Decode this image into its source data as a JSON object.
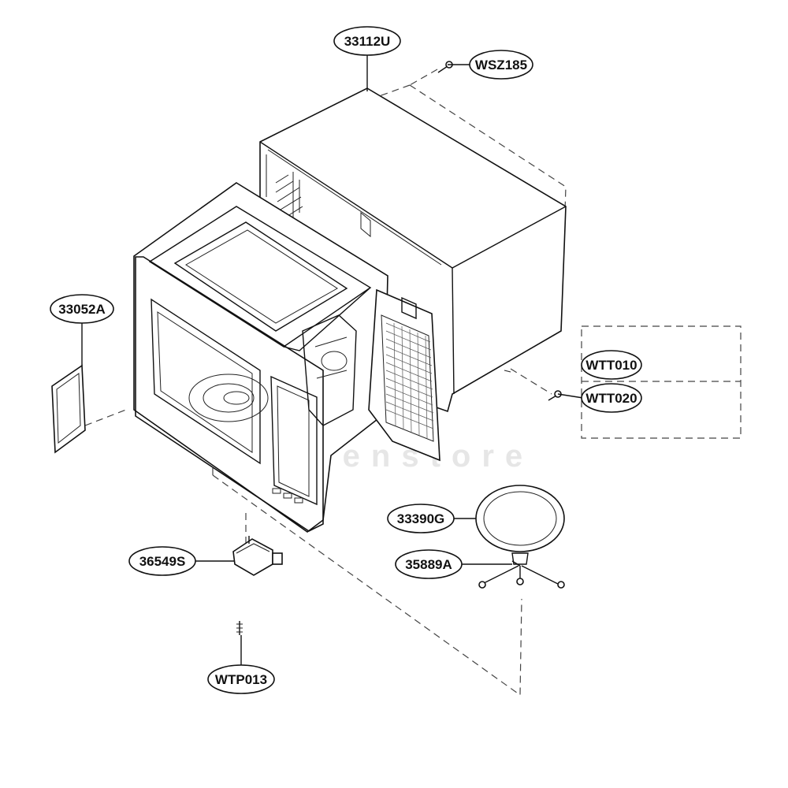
{
  "diagram": {
    "type": "exploded-parts-diagram",
    "watermark": "ovenstore"
  },
  "callouts": [
    {
      "id": "33112U",
      "label": "33112U",
      "part": "outer-cabinet"
    },
    {
      "id": "WSZ185",
      "label": "WSZ185",
      "part": "screw"
    },
    {
      "id": "33052A",
      "label": "33052A",
      "part": "cover-plate"
    },
    {
      "id": "WTT010",
      "label": "WTT010",
      "part": "trim-option"
    },
    {
      "id": "WTT020",
      "label": "WTT020",
      "part": "trim-option"
    },
    {
      "id": "33390G",
      "label": "33390G",
      "part": "glass-tray"
    },
    {
      "id": "35889A",
      "label": "35889A",
      "part": "roller-support"
    },
    {
      "id": "36549S",
      "label": "36549S",
      "part": "turntable-motor"
    },
    {
      "id": "WTP013",
      "label": "WTP013",
      "part": "motor-screw"
    }
  ]
}
